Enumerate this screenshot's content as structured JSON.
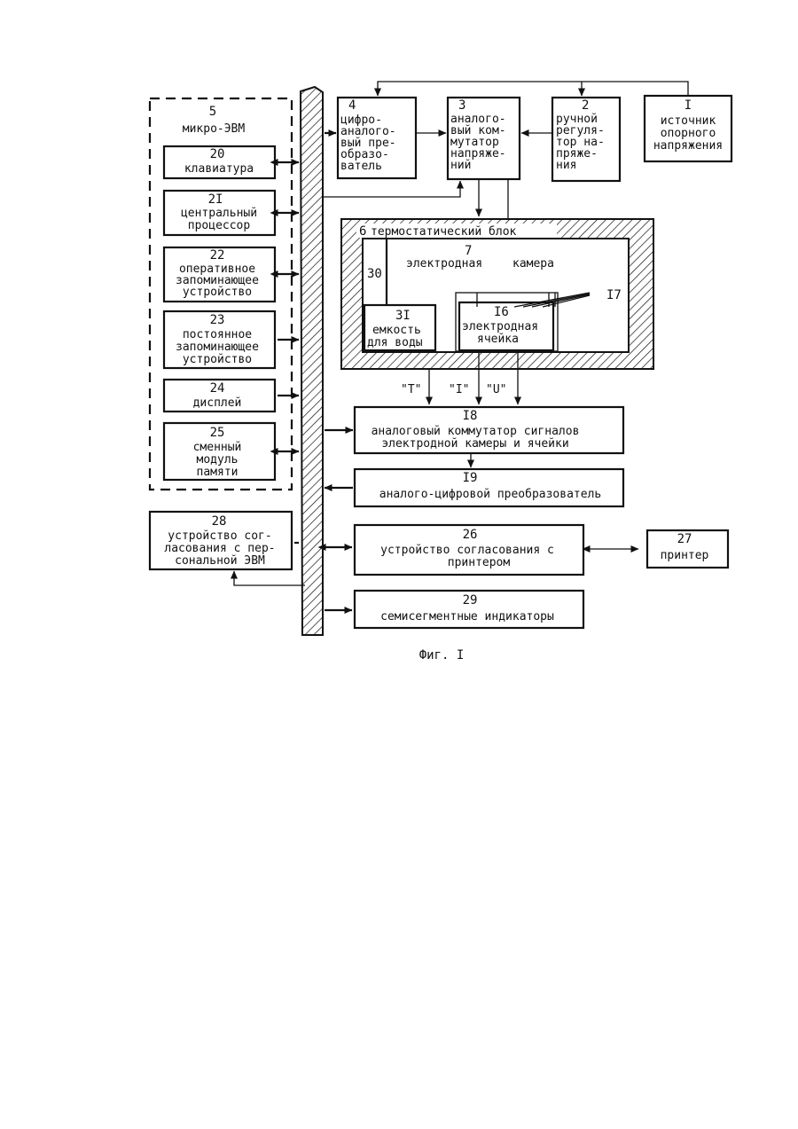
{
  "diagram": {
    "caption": "Фиг. I",
    "micro_evm": {
      "number": "5",
      "label": "микро-ЭВМ"
    },
    "blocks": {
      "b1": {
        "number": "I",
        "lines": [
          "источник",
          "опорного",
          "напряжения"
        ]
      },
      "b2": {
        "number": "2",
        "lines": [
          "ручной",
          "регуля-",
          "тор на-",
          "пряже-",
          "ния"
        ]
      },
      "b3": {
        "number": "3",
        "lines": [
          "аналого-",
          "вый ком-",
          "мутатор",
          "напряже-",
          "ний"
        ]
      },
      "b4": {
        "number": "4",
        "lines": [
          "цифро-",
          "аналого-",
          "вый пре-",
          "образо-",
          "ватель"
        ]
      },
      "b20": {
        "number": "20",
        "lines": [
          "клавиатура"
        ]
      },
      "b21": {
        "number": "2I",
        "lines": [
          "центральный",
          "процессор"
        ]
      },
      "b22": {
        "number": "22",
        "lines": [
          "оперативное",
          "запоминающее",
          "устройство"
        ]
      },
      "b23": {
        "number": "23",
        "lines": [
          "постоянное",
          "запоминающее",
          "устройство"
        ]
      },
      "b24": {
        "number": "24",
        "lines": [
          "дисплей"
        ]
      },
      "b25": {
        "number": "25",
        "lines": [
          "сменный",
          "модуль",
          "памяти"
        ]
      },
      "b18": {
        "number": "I8",
        "lines": [
          "аналоговый коммутатор сигналов",
          "электродной камеры и ячейки"
        ]
      },
      "b19": {
        "number": "I9",
        "lines": [
          "аналого-цифровой преобразователь"
        ]
      },
      "b26": {
        "number": "26",
        "lines": [
          "устройство согласования с",
          "принтером"
        ]
      },
      "b27": {
        "number": "27",
        "lines": [
          "принтер"
        ]
      },
      "b28": {
        "number": "28",
        "lines": [
          "устройство сог-",
          "ласования с пер-",
          "сональной ЭВМ"
        ]
      },
      "b29": {
        "number": "29",
        "lines": [
          "семисегментные индикаторы"
        ]
      }
    },
    "thermostat": {
      "number": "6",
      "label": "термостатический блок"
    },
    "chamber": {
      "number": "7",
      "label_a": "электродная",
      "label_b": "камера"
    },
    "part30": {
      "number": "30"
    },
    "water": {
      "number": "3I",
      "lines": [
        "емкость",
        "для воды"
      ]
    },
    "cell": {
      "number": "I6",
      "lines": [
        "электродная",
        "ячейка"
      ]
    },
    "electrodes": {
      "number": "I7"
    },
    "signals": {
      "t": "\"T\"",
      "i": "\"I\"",
      "u": "\"U\""
    }
  }
}
